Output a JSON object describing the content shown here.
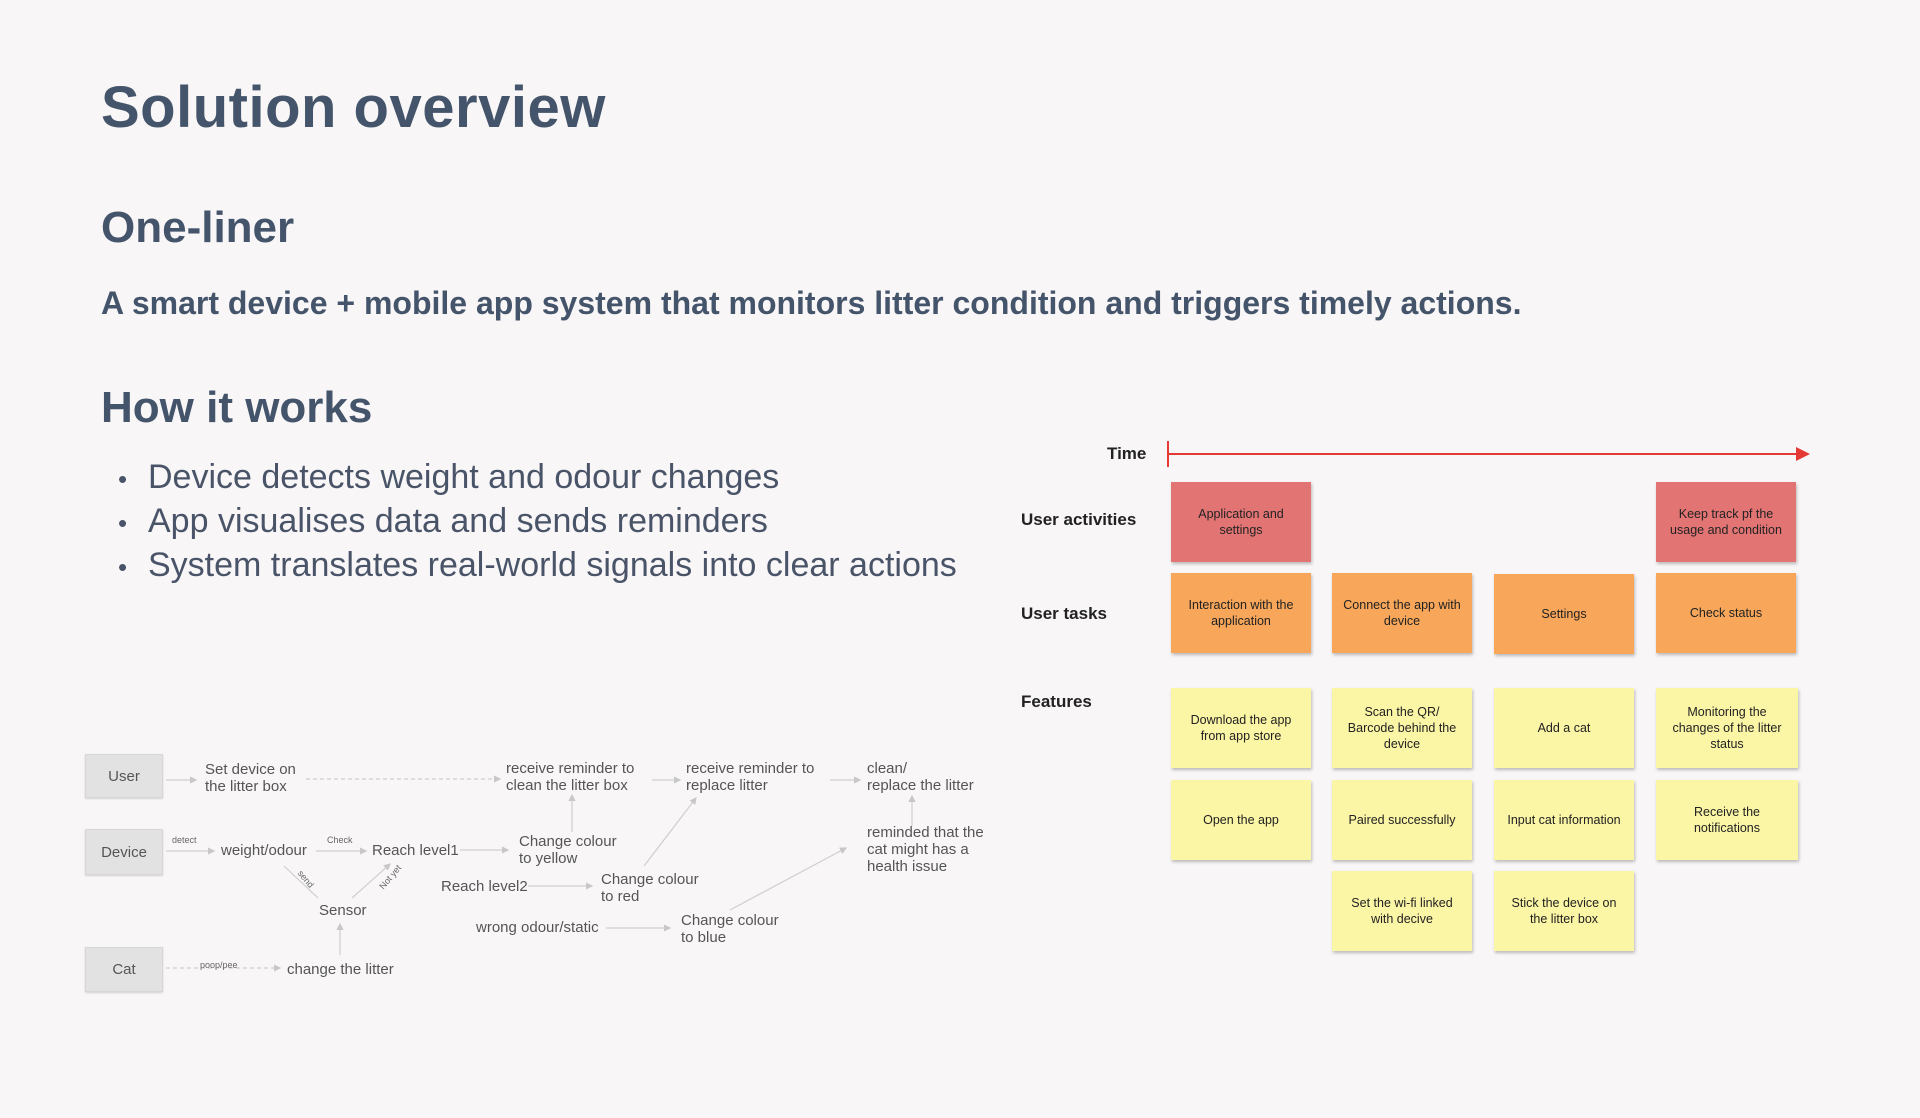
{
  "title": "Solution overview",
  "one_liner": {
    "heading": "One-liner",
    "text": "A smart device + mobile app system that monitors litter condition and triggers timely actions."
  },
  "how_it_works": {
    "heading": "How it works",
    "bullets": [
      "Device detects weight and odour changes",
      "App visualises data and sends reminders",
      "System translates real-world signals into clear actions"
    ]
  },
  "flow_diagram": {
    "lanes": [
      "User",
      "Device",
      "Cat"
    ],
    "nodes": {
      "set_device": "Set device on\nthe litter box",
      "reminder_clean": "receive reminder to\nclean the litter box",
      "reminder_replace": "receive reminder to\nreplace litter",
      "clean_replace": "clean/\nreplace the litter",
      "weight_odour": "weight/odour",
      "reach_level1": "Reach level1",
      "change_yellow": "Change colour\nto yellow",
      "reach_level2": "Reach level2",
      "change_red": "Change colour\nto red",
      "sensor": "Sensor",
      "wrong_odour": "wrong odour/static",
      "change_blue": "Change colour\nto blue",
      "reminded_health": "reminded that the\ncat might has a\nhealth issue",
      "change_litter": "change the litter"
    },
    "edge_labels": {
      "detect": "detect",
      "check": "Check",
      "send": "send",
      "not_yet": "Not yet",
      "poop_pee": "poop/pee"
    }
  },
  "story_map": {
    "time_label": "Time",
    "accent_color": "#e53935",
    "row_labels": {
      "activities": "User activities",
      "tasks": "User tasks",
      "features": "Features"
    },
    "activities": [
      "Application and settings",
      "Keep track pf the usage and condition"
    ],
    "tasks": [
      "Interaction with the application",
      "Connect the app with device",
      "Settings",
      "Check status"
    ],
    "features": [
      [
        "Download the app from app store",
        "Open the app"
      ],
      [
        "Scan the QR/ Barcode behind the device",
        "Paired successfully",
        "Set the wi-fi linked with decive"
      ],
      [
        "Add a cat",
        "Input cat information",
        "Stick the device on the litter box"
      ],
      [
        "Monitoring the changes of the litter status",
        "Receive the notifications"
      ]
    ]
  }
}
